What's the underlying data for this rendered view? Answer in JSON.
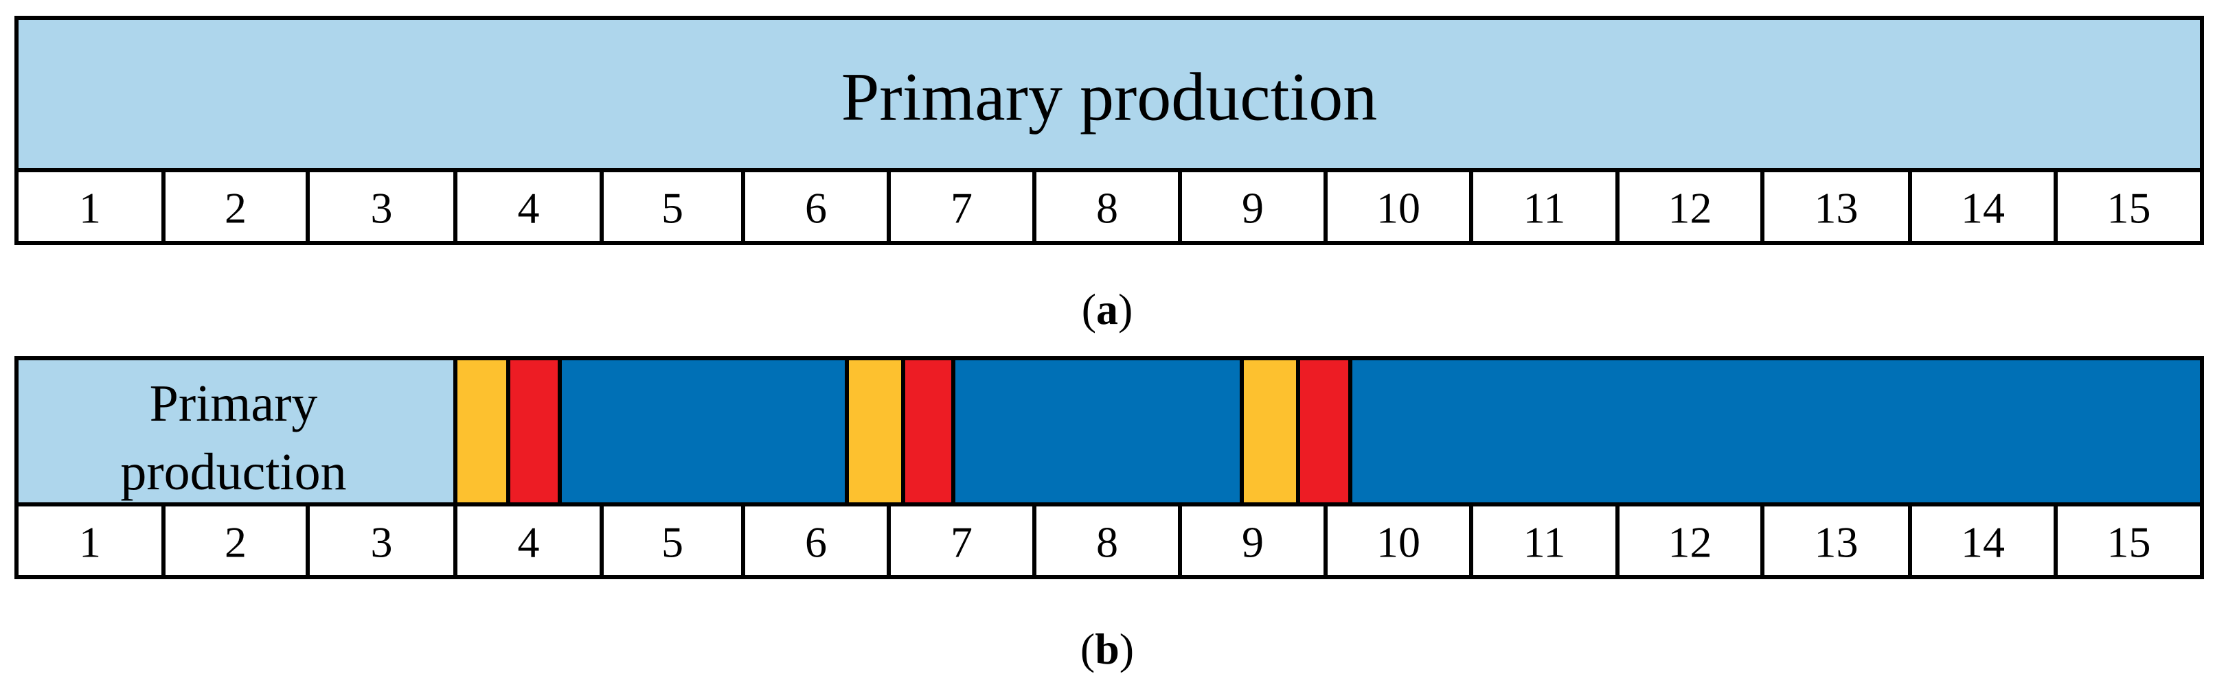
{
  "colors": {
    "primary_light": "#aed6ec",
    "phase_yellow": "#fdc12f",
    "phase_red": "#ed1c24",
    "phase_blue": "#0070b6",
    "outline": "#000000"
  },
  "panel_a": {
    "band_label": "Primary production",
    "cell_labels": [
      "1",
      "2",
      "3",
      "4",
      "5",
      "6",
      "7",
      "8",
      "9",
      "10",
      "11",
      "12",
      "13",
      "14",
      "15"
    ],
    "caption_open": "(",
    "caption_letter": "a",
    "caption_close": ")"
  },
  "panel_b": {
    "band_label_line1": "Primary",
    "band_label_line2": "production",
    "cell_labels": [
      "1",
      "2",
      "3",
      "4",
      "5",
      "6",
      "7",
      "8",
      "9",
      "10",
      "11",
      "12",
      "13",
      "14",
      "15"
    ],
    "segments_colors": [
      "primary_light",
      "phase_yellow",
      "phase_red",
      "phase_blue",
      "phase_yellow",
      "phase_red",
      "phase_blue",
      "phase_yellow",
      "phase_red",
      "phase_blue"
    ],
    "caption_open": "(",
    "caption_letter": "b",
    "caption_close": ")"
  }
}
